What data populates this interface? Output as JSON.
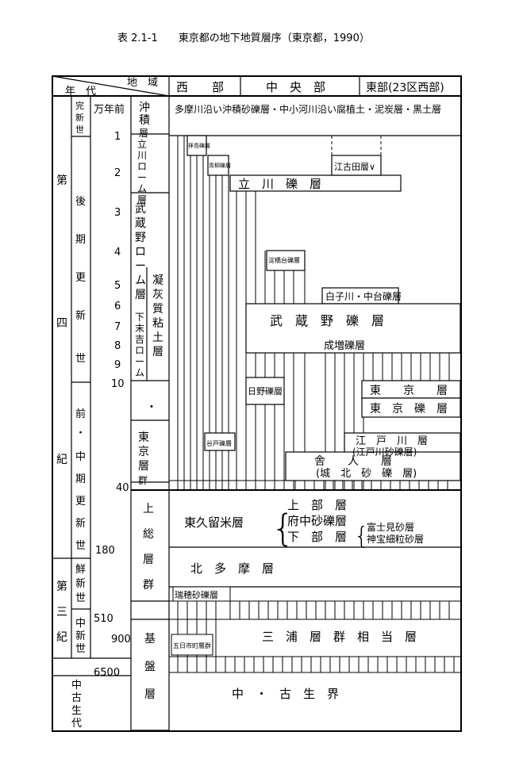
{
  "title": "表 2.1-1　　東京都の地下地質層序（東京都，1990）",
  "header": {
    "region": "地　域",
    "era": "年　代",
    "west": "西　　部",
    "central": "中　央　部",
    "east": "東部(23区西部)"
  },
  "periods": {
    "quaternary": "第四紀",
    "tertiary": "第三紀",
    "mesozoic": "中古生代",
    "holocene": "完新世",
    "late_pleistocene": "後期更新世",
    "early_mid_pleistocene": "前・中期更新世",
    "pliocene": "鮮新世",
    "miocene": "中新世"
  },
  "ages": {
    "unit": "万年前",
    "ticks": [
      "1",
      "2",
      "3",
      "4",
      "5",
      "6",
      "7",
      "8",
      "9",
      "10",
      "40",
      "180",
      "510",
      "900",
      "6500"
    ]
  },
  "groups": {
    "alluvium": "沖積層",
    "tachikawa_loam": "立川ローム層",
    "musashino_loam": "武蔵野ローム層",
    "shimosueyoshi_loam": "下末吉ローム層",
    "tuffaceous_clay": "凝灰質粘土層",
    "dot": "・",
    "tokyo_group": "東京層群",
    "kazusa_group": "上総層群",
    "basement": "基盤層"
  },
  "layers": {
    "alluvial_desc": "多摩川沿い沖積砂礫層・中小河川沿い腐植土・泥炭層・黒土層",
    "kasen_gravel": "拝島礫層",
    "aokage_gravel": "青柳礫層",
    "tachikawa_gravel": "立　川　礫　層",
    "egota_layer": "江古田層∨",
    "mizuhodai_gravel": "淀橋台礫層",
    "shirakogawa": "白子川・中台礫層",
    "musashino_gravel": "武　蔵　野　礫　層",
    "narimasu_gravel": "成増礫層",
    "hino_gravel": "日野礫層",
    "tokyo_layer": "東　　京　　層",
    "tokyo_gravel": "東　京　礫　層",
    "edogawa_layer": "江　戸　川　層",
    "edogawa_sand": "(江戸川砂礫層)",
    "koyata_gravel": "谷戸礫層",
    "toneri_layer": "舎　　人　　層",
    "johoku_sand": "(城　北　砂　礫　層)",
    "higashikurume": "東久留米層",
    "upper": "上　部　層",
    "fuchu": "府中砂礫層",
    "lower": "下　部　層",
    "fujimi": "富士見砂層",
    "jindai": "神宝細粒砂層",
    "kitatama": "北　多　摩　層",
    "tama_gravel": "瑞穂砂礫層",
    "itsukaichi": "五日市町層群",
    "miura": "三　浦　層　群　相　当　層",
    "paleozoic": "中　・　古　生　界"
  }
}
